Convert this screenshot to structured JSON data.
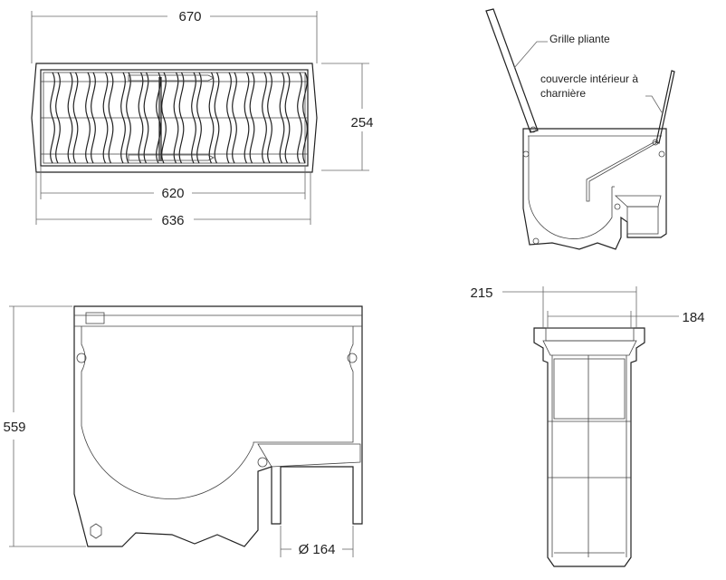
{
  "top_view": {
    "dim_overall_length": "670",
    "dim_height": "254",
    "dim_inner_length": "620",
    "dim_mid_length": "636"
  },
  "side_view": {
    "dim_depth": "559",
    "dim_outlet_diameter": "Ø 164"
  },
  "front_view": {
    "dim_outer_width": "215",
    "dim_inner_width": "184"
  },
  "open_view": {
    "label_grate": "Grille pliante",
    "label_inner_cover_line1": "couvercle intérieur à",
    "label_inner_cover_line2": "charnière"
  }
}
